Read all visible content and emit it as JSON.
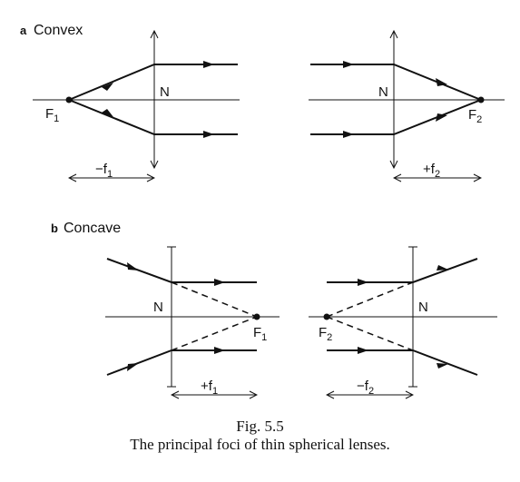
{
  "panels": {
    "a": {
      "letter": "a",
      "title": "Convex"
    },
    "b": {
      "letter": "b",
      "title": "Concave"
    }
  },
  "labels": {
    "center": "N",
    "focus_main": "F",
    "focus_1_sub": "1",
    "focus_2_sub": "2",
    "dist_neg_f1": "−f",
    "dist_pos_f2": "+f",
    "dist_pos_f1": "+f",
    "dist_neg_f2": "−f"
  },
  "caption": {
    "figure": "Fig. 5.5",
    "text": "The principal foci of thin spherical lenses."
  }
}
